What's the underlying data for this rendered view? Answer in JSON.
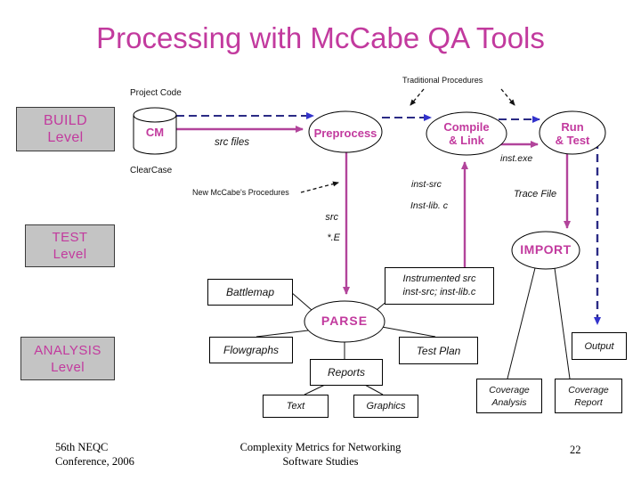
{
  "title": "Processing with McCabe QA Tools",
  "levels": {
    "build": "BUILD\nLevel",
    "test": "TEST\nLevel",
    "analysis": "ANALYSIS\nLevel"
  },
  "nodes": {
    "cm": "CM",
    "preprocess": "Preprocess",
    "compile_link": "Compile\n& Link",
    "run_test": "Run\n& Test",
    "import": "IMPORT",
    "parse": "PARSE"
  },
  "labels": {
    "traditional_procedures": "Traditional  Procedures",
    "project_code": "Project Code",
    "clearcase": "ClearCase",
    "src_files": "src files",
    "new_mccabes": "New McCabe's Procedures",
    "src": "src",
    "star_e": "*.E",
    "inst_src": "inst-src",
    "inst_lib": "Inst-lib. c",
    "inst_exe": "inst.exe",
    "trace_file": "Trace File"
  },
  "boxes": {
    "battlemap": "Battlemap",
    "instrumented": "Instrumented src\ninst-src; inst-lib.c",
    "flowgraphs": "Flowgraphs",
    "test_plan": "Test Plan",
    "output": "Output",
    "reports": "Reports",
    "text": "Text",
    "graphics": "Graphics",
    "coverage_analysis": "Coverage\nAnalysis",
    "coverage_report": "Coverage\nReport"
  },
  "footer": {
    "left": "56th NEQC\nConference, 2006",
    "center": "Complexity Metrics for Networking\nSoftware Studies",
    "page": "22"
  },
  "colors": {
    "magenta_text": "#C23A9E",
    "magenta_arrow": "#B2449B",
    "navy_dash": "#2B2B85",
    "navy_arrowhead": "#3333CC",
    "gray_box": "#C4C4C4"
  }
}
